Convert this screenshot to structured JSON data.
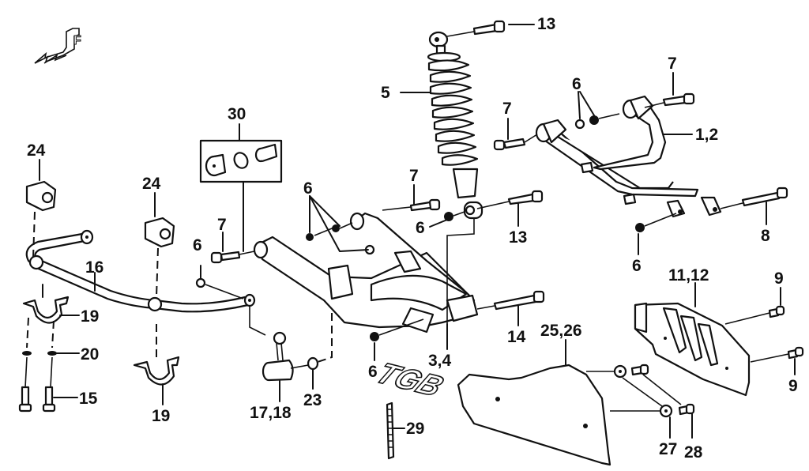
{
  "diagram": {
    "title": "Rear suspension exploded parts diagram",
    "brand_logo_text": "TGB",
    "direction_marker": "F",
    "line_color": "#111111",
    "background_color": "#ffffff"
  },
  "callouts": [
    {
      "id": "c13a",
      "text": "13",
      "part": "Shock upper bolt"
    },
    {
      "id": "c7a",
      "text": "7",
      "part": "Bolt"
    },
    {
      "id": "c5",
      "text": "5",
      "part": "Shock absorber / spring"
    },
    {
      "id": "c6a",
      "text": "6",
      "part": "Nut"
    },
    {
      "id": "c7b",
      "text": "7",
      "part": "Bolt"
    },
    {
      "id": "c12",
      "text": "1,2",
      "part": "Upper A-arm"
    },
    {
      "id": "c30",
      "text": "30",
      "part": "Bushing kit"
    },
    {
      "id": "c24a",
      "text": "24",
      "part": "Stabilizer bushing"
    },
    {
      "id": "c24b",
      "text": "24",
      "part": "Stabilizer bushing"
    },
    {
      "id": "c6b",
      "text": "6",
      "part": "Nut"
    },
    {
      "id": "c7c",
      "text": "7",
      "part": "Bolt"
    },
    {
      "id": "c7d",
      "text": "7",
      "part": "Bolt"
    },
    {
      "id": "c6c",
      "text": "6",
      "part": "Nut"
    },
    {
      "id": "c6d",
      "text": "6",
      "part": "Nut"
    },
    {
      "id": "c13b",
      "text": "13",
      "part": "Shock lower bolt"
    },
    {
      "id": "c8",
      "text": "8",
      "part": "Bolt"
    },
    {
      "id": "c6e",
      "text": "6",
      "part": "Nut"
    },
    {
      "id": "c16",
      "text": "16",
      "part": "Stabilizer bar"
    },
    {
      "id": "c19a",
      "text": "19",
      "part": "Bracket"
    },
    {
      "id": "c20",
      "text": "20",
      "part": "Washer"
    },
    {
      "id": "c15",
      "text": "15",
      "part": "Bolt"
    },
    {
      "id": "c19b",
      "text": "19",
      "part": "Bracket"
    },
    {
      "id": "c1718",
      "text": "17,18",
      "part": "Stabilizer link"
    },
    {
      "id": "c23",
      "text": "23",
      "part": "Washer"
    },
    {
      "id": "c6f",
      "text": "6",
      "part": "Nut"
    },
    {
      "id": "c34",
      "text": "3,4",
      "part": "Lower A-arm"
    },
    {
      "id": "c14",
      "text": "14",
      "part": "Bolt"
    },
    {
      "id": "c1112",
      "text": "11,12",
      "part": "A-arm guard"
    },
    {
      "id": "c9a",
      "text": "9",
      "part": "Bolt"
    },
    {
      "id": "c9b",
      "text": "9",
      "part": "Bolt"
    },
    {
      "id": "c2526",
      "text": "25,26",
      "part": "Guard plate"
    },
    {
      "id": "c27",
      "text": "27",
      "part": "Washer"
    },
    {
      "id": "c28",
      "text": "28",
      "part": "Bolt"
    },
    {
      "id": "c29",
      "text": "29",
      "part": "Cable tie"
    }
  ]
}
